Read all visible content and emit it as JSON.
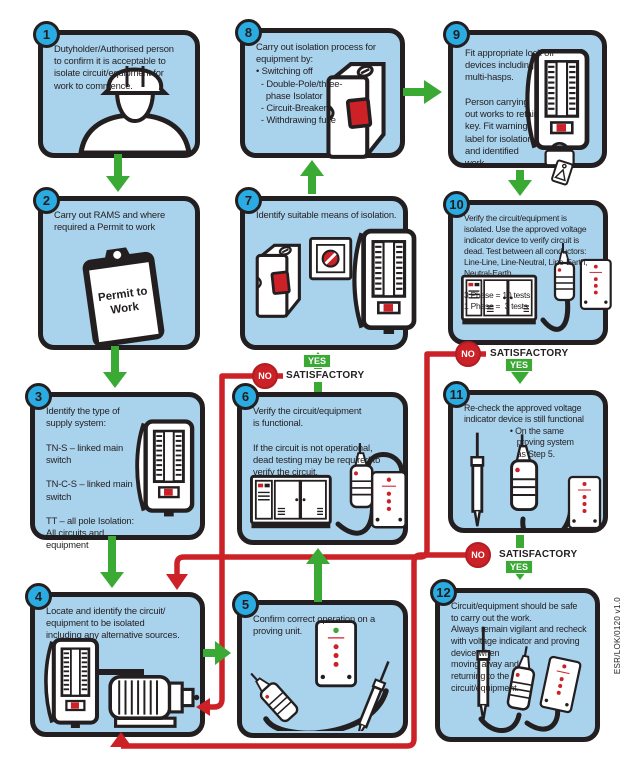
{
  "colors": {
    "green": "#3aaa35",
    "red": "#cc2127",
    "box_fill": "#a9d2ec",
    "box_border": "#231f20",
    "badge_fill": "#2aabe2"
  },
  "labels": {
    "yes": "YES",
    "no": "NO",
    "satisfactory": "SATISFACTORY"
  },
  "footer": {
    "code": "ESR/LOK/0120 v1.0"
  },
  "boxes": [
    {
      "number": "1",
      "icon": "hardhat-person",
      "text": "Dutyholder/Authorised person\nto confirm it is acceptable to\nisolate circuit/equipment for\nwork to commence."
    },
    {
      "number": "2",
      "icon": "permit-clipboard",
      "permit_line1": "Permit to",
      "permit_line2": "Work",
      "text": "Carry out RAMS and where\nrequired a Permit to work"
    },
    {
      "number": "3",
      "icon": "distribution-board",
      "text": "Identify the type of\nsupply system:\n\nTN-S – linked main\nswitch\n\nTN-C-S – linked main\nswitch\n\nTT – all pole Isolation:\nAll circuits and\nequipment"
    },
    {
      "number": "4",
      "icon": "distribution-board-motor",
      "text": "Locate and identify the circuit/\nequipment to be isolated\nincluding any alternative sources."
    },
    {
      "number": "5",
      "icon": "proving-unit-testers",
      "text": "Confirm correct operation on a\nproving unit."
    },
    {
      "number": "6",
      "icon": "genset-tester-proving",
      "text": "Verify the circuit/equipment\nis functional.\n\nIf the circuit is not operational,\ndead testing may be required to\nverify the circuit."
    },
    {
      "number": "7",
      "icon": "mcb-rotary-board",
      "text": "Identify suitable means of isolation."
    },
    {
      "number": "8",
      "icon": "mcb",
      "text": "Carry out isolation process for\nequipment by:\n• Switching off\n  - Double-Pole/three-\n    phase Isolator\n  - Circuit-Breakers\n  - Withdrawing fuse"
    },
    {
      "number": "9",
      "icon": "board-lock-tag",
      "text": "Fit appropriate lock off\ndevices including\nmulti-hasps.\n\nPerson carrying\nout works to retain\nkey. Fit warning\nlabel for isolation\nand identified\nwork."
    },
    {
      "number": "10",
      "icon": "genset-tester-proving",
      "text": "Verify the circuit/equipment is\nisolated. Use the approved voltage\nindicator device to verify circuit is\ndead. Test between all conductors:\nLine-Line, Line-Neutral, Line-Earth,\nNeutral-Earth.\n\n3 Phase = 10 tests\n1 Phase =  3 tests"
    },
    {
      "number": "11",
      "icon": "tester-proving",
      "text": "Re-check the approved voltage\nindicator device is still functional\n                    • On the same\n                       proving system\n                       as Step 5."
    },
    {
      "number": "12",
      "icon": "tester-proving",
      "text": "Circuit/equipment should be safe\nto carry out the work.\nAlways remain vigilant and recheck\nwith voltage indicator and proving\ndevice when\nmoving away and\nreturning to the\ncircuit/equipment."
    }
  ]
}
